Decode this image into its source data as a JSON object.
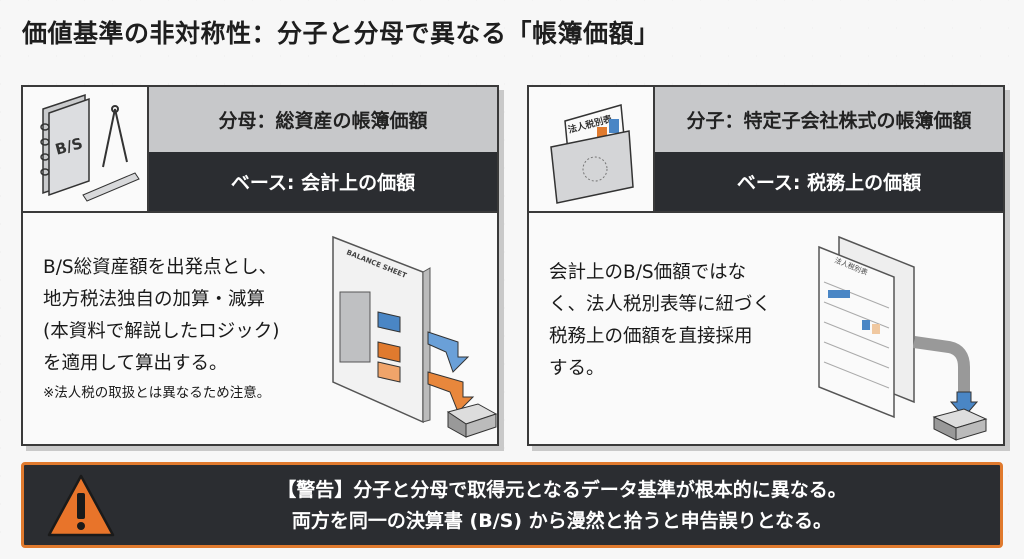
{
  "title": "価値基準の非対称性：分子と分母で異なる「帳簿価額」",
  "cards": [
    {
      "header": "分母：総資産の帳簿価額",
      "base": "ベース: 会計上の価額",
      "icon_label": "B/S",
      "lines": [
        "B/S総資産額を出発点とし、",
        "地方税法独自の加算・減算",
        "(本資料で解説したロジック)",
        "を適用して算出する。"
      ],
      "note": "※法人税の取扱とは異なるため注意。",
      "illus_label": "BALANCE SHEET"
    },
    {
      "header": "分子：特定子会社株式の帳簿価額",
      "base": "ベース: 税務上の価額",
      "icon_label": "法人税別表",
      "lines": [
        "会計上のB/S価額ではな",
        "く、法人税別表等に紐づく",
        "税務上の価額を直接採用",
        "する。"
      ],
      "illus_label": "法人税別表"
    }
  ],
  "warning": {
    "line1": "【警告】分子と分母で取得元となるデータ基準が根本的に異なる。",
    "line2": "両方を同一の決算書 (B/S) から漫然と拾うと申告誤りとなる。"
  },
  "colors": {
    "dark": "#2b2d31",
    "accent": "#e07a2e",
    "blue": "#4a86c5",
    "gray": "#c7c8ca"
  }
}
